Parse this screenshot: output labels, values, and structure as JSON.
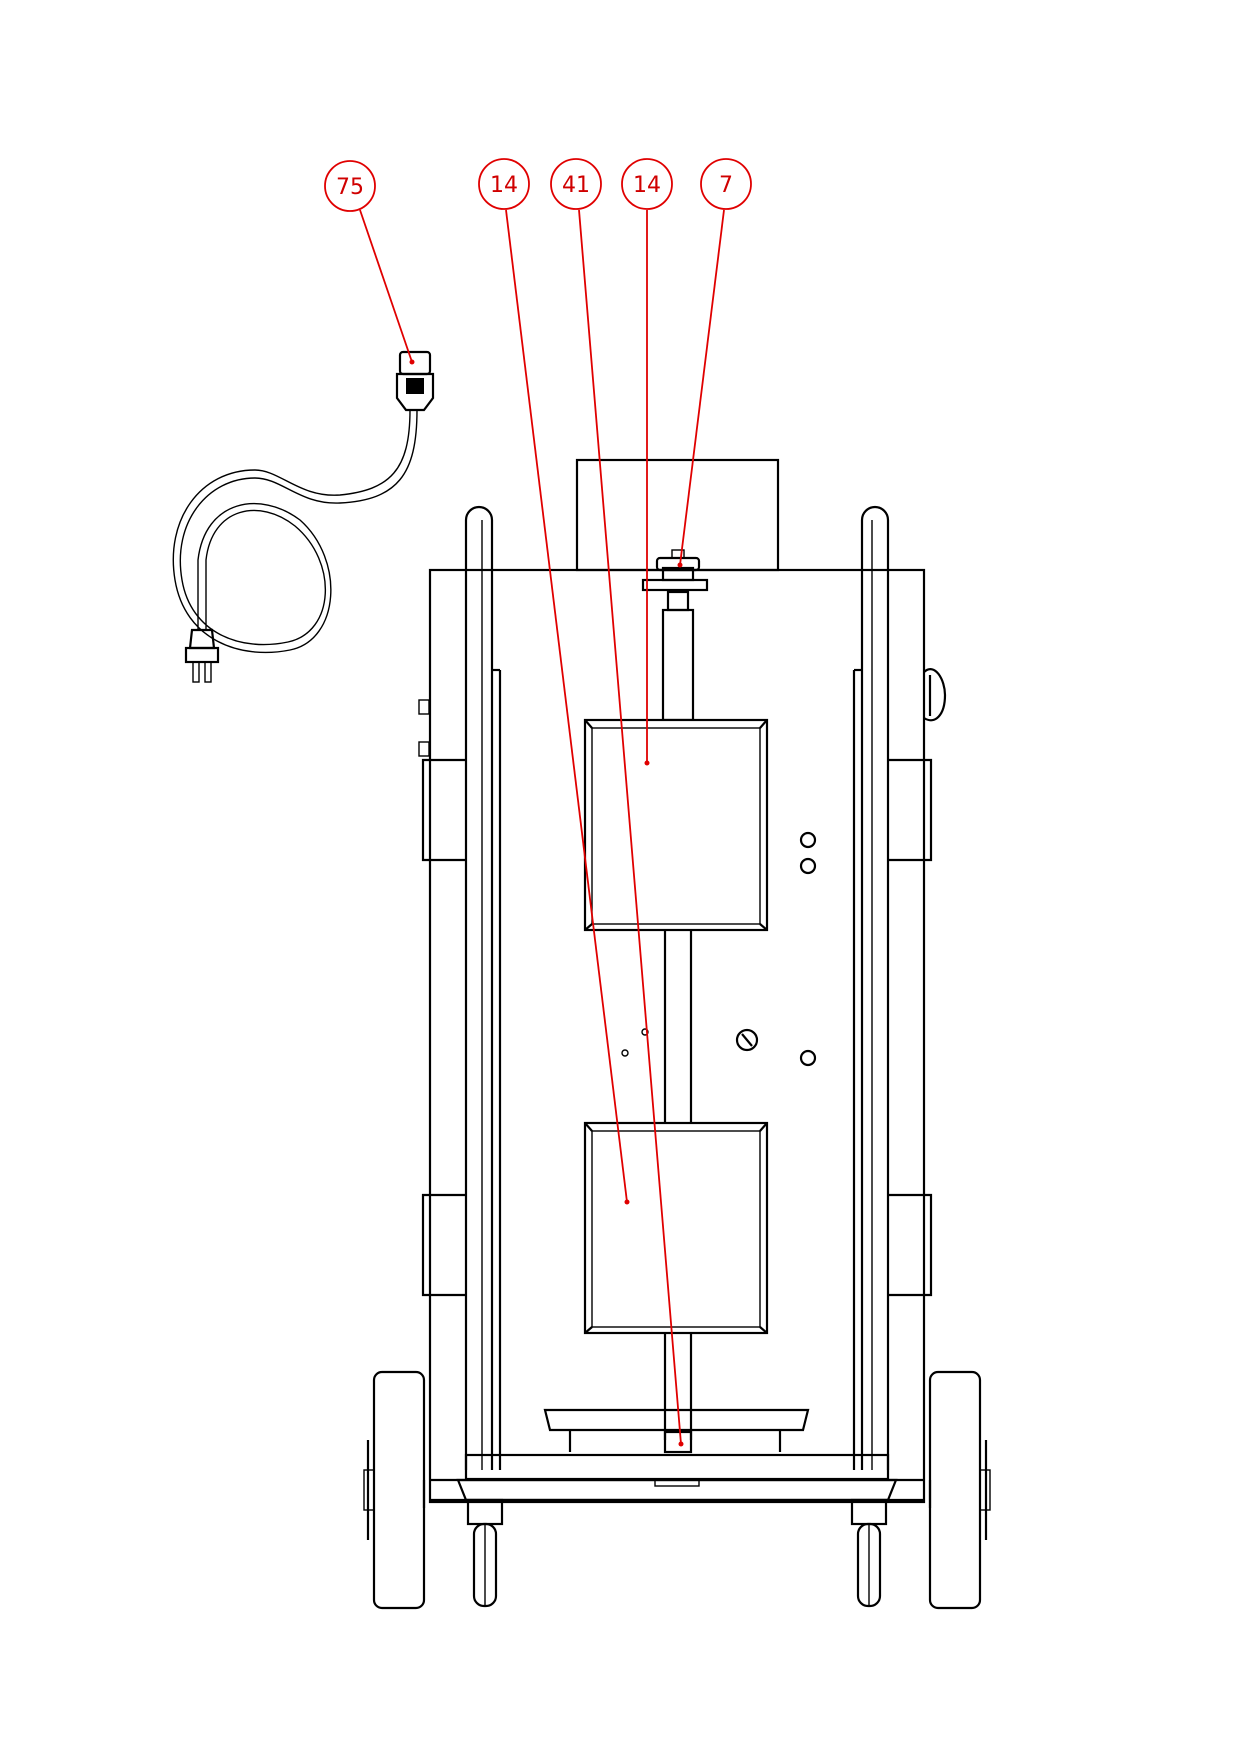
{
  "drawing": {
    "callouts": [
      {
        "id": "c75",
        "label": "75"
      },
      {
        "id": "c14a",
        "label": "14"
      },
      {
        "id": "c41",
        "label": "41"
      },
      {
        "id": "c14b",
        "label": "14"
      },
      {
        "id": "c7",
        "label": "7"
      }
    ],
    "colors": {
      "callout": "#e00000",
      "linework": "#000000",
      "background": "#ffffff"
    }
  }
}
